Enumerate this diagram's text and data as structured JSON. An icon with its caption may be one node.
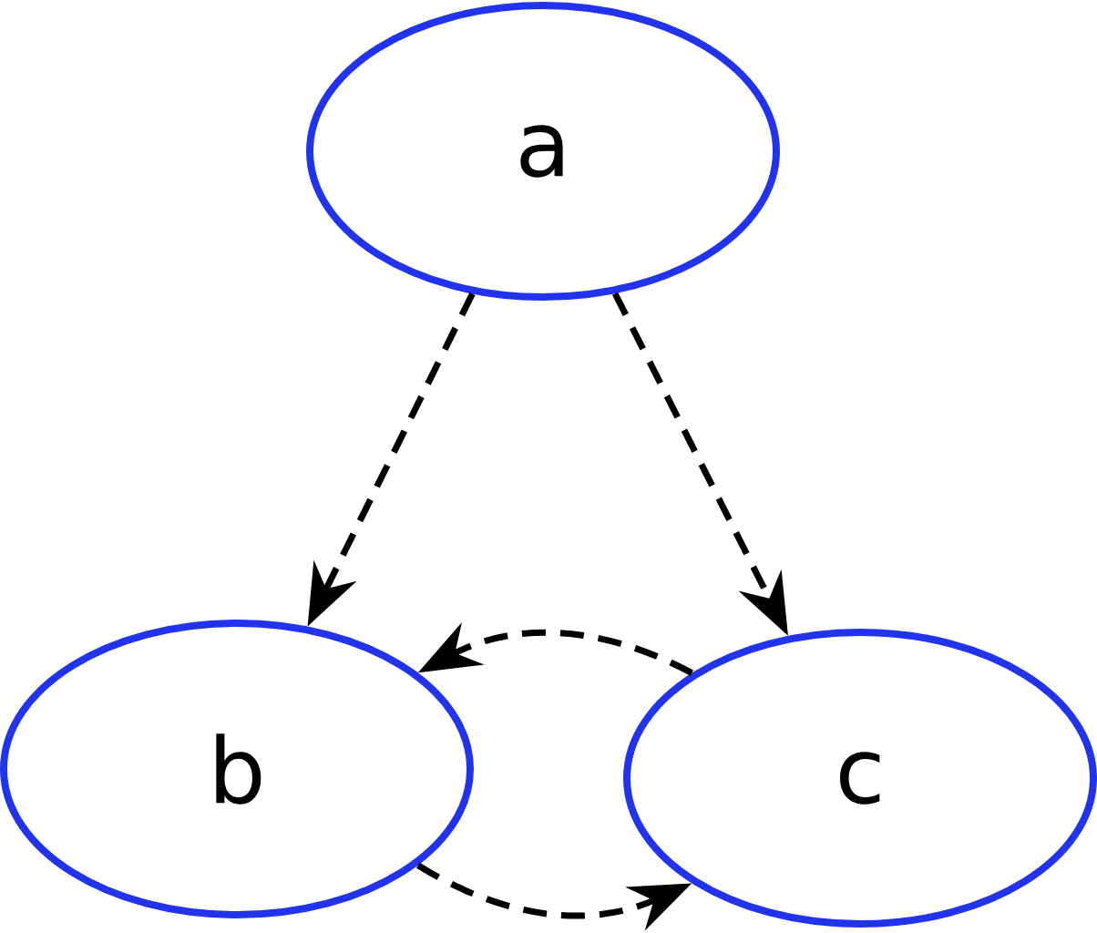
{
  "diagram": {
    "nodes": [
      {
        "text": [
          "a"
        ]
      },
      {
        "text": [
          "b"
        ]
      },
      {
        "text": [
          "c"
        ]
      }
    ],
    "edges": [
      {
        "from": 0,
        "to": 1,
        "arrow": "to",
        "style": "dashed"
      },
      {
        "from": 0,
        "to": 2,
        "arrow": "to",
        "style": "dashed"
      },
      {
        "from": 2,
        "to": 1,
        "arrow": "to",
        "style": "dashed"
      },
      {
        "from": 1,
        "to": 2,
        "arrow": "to",
        "style": "dashed"
      }
    ]
  }
}
